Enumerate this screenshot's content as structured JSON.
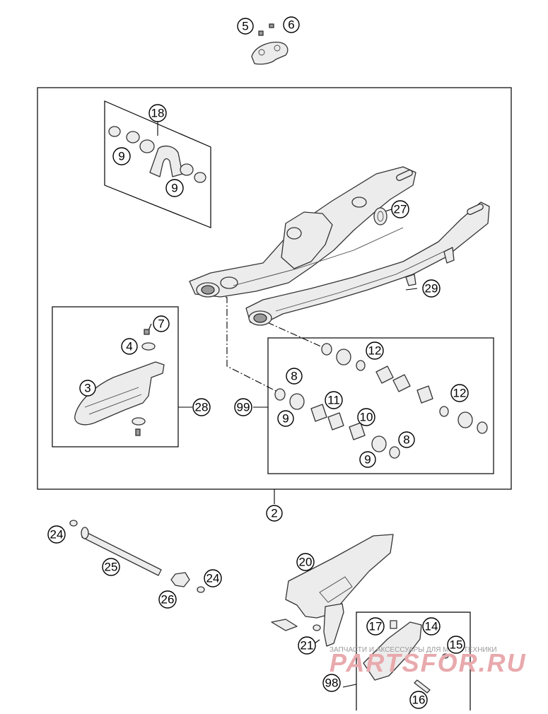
{
  "diagram": {
    "callouts": {
      "c5": "5",
      "c6": "6",
      "c18": "18",
      "c9a": "9",
      "c9b": "9",
      "c27": "27",
      "c29": "29",
      "c7": "7",
      "c4": "4",
      "c3": "3",
      "c28": "28",
      "c12a": "12",
      "c8a": "8",
      "c99": "99",
      "c11": "11",
      "c9c": "9",
      "c10": "10",
      "c12b": "12",
      "c8b": "8",
      "c9d": "9",
      "c2": "2",
      "c24a": "24",
      "c25": "25",
      "c26": "26",
      "c24b": "24",
      "c20": "20",
      "c17": "17",
      "c14": "14",
      "c15": "15",
      "c21": "21",
      "c98": "98",
      "c16": "16"
    },
    "watermark": {
      "top": "ЗАПЧАСТИ И АКСЕССУАРЫ ДЛЯ МОТОТЕХНИКИ",
      "main": "PARTSFOR.RU"
    },
    "colors": {
      "line": "#000000",
      "part_fill": "#ececec",
      "watermark": "#e8a9ad"
    }
  }
}
